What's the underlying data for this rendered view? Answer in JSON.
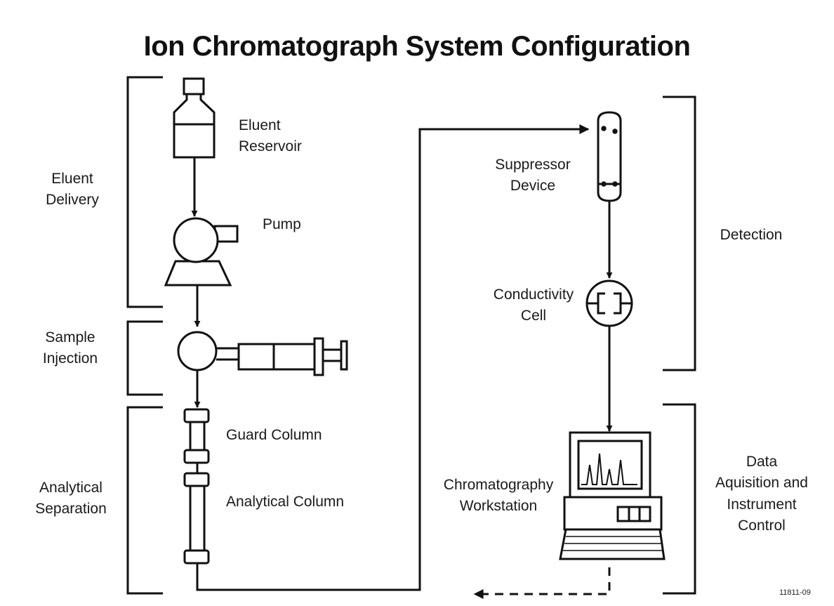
{
  "title": "Ion Chromatograph System Configuration",
  "stages": {
    "eluent_delivery": [
      "Eluent",
      "Delivery"
    ],
    "sample_injection": [
      "Sample",
      "Injection"
    ],
    "analytical_separation": [
      "Analytical",
      "Separation"
    ],
    "detection": [
      "Detection"
    ],
    "data_acquisition": [
      "Data",
      "Aquisition and",
      "Instrument",
      "Control"
    ]
  },
  "components": {
    "eluent_reservoir": [
      "Eluent",
      "Reservoir"
    ],
    "pump": [
      "Pump"
    ],
    "guard_column": [
      "Guard Column"
    ],
    "analytical_column": [
      "Analytical Column"
    ],
    "suppressor_device": [
      "Suppressor",
      "Device"
    ],
    "conductivity_cell": [
      "Conductivity",
      "Cell"
    ],
    "workstation": [
      "Chromatography",
      "Workstation"
    ]
  },
  "figure_number": "11811-09"
}
